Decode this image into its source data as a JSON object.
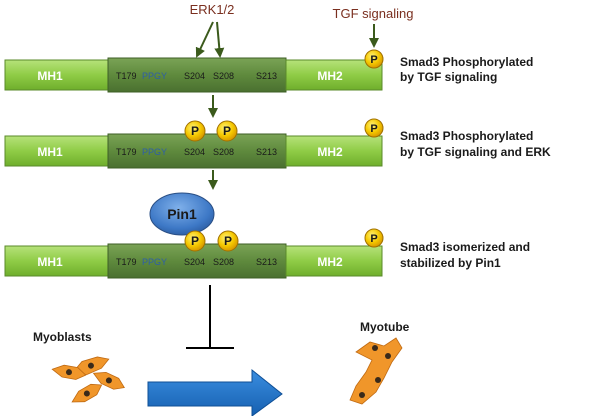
{
  "top_labels": {
    "erk": "ERK1/2",
    "tgf": "TGF signaling"
  },
  "protein": {
    "mh1": "MH1",
    "mh2": "MH2",
    "t179": "T179",
    "ppgy": "PPGY",
    "s204": "S204",
    "s208": "S208",
    "s213": "S213",
    "phospho": "P"
  },
  "pin1": "Pin1",
  "rows": [
    {
      "line1": "Smad3 Phosphorylated",
      "line2": "by TGF signaling"
    },
    {
      "line1": "Smad3 Phosphorylated",
      "line2": "by TGF signaling and ERK"
    },
    {
      "line1": "Smad3 isomerized and",
      "line2": "stabilized by Pin1"
    }
  ],
  "cells": {
    "myoblasts": "Myoblasts",
    "myotube": "Myotube"
  },
  "colors": {
    "green_light": "#8fcc46",
    "green_dark": "#5f8a3d",
    "phospho_fill": "#f2c200",
    "pin1_fill": "#3d78c6",
    "arrow_dark_green": "#3b5a1c",
    "label_brown": "#7a2f1f",
    "ppgy_blue": "#2e5ea8",
    "process_arrow": "#1f6fc0",
    "cell_orange": "#f0962a"
  }
}
